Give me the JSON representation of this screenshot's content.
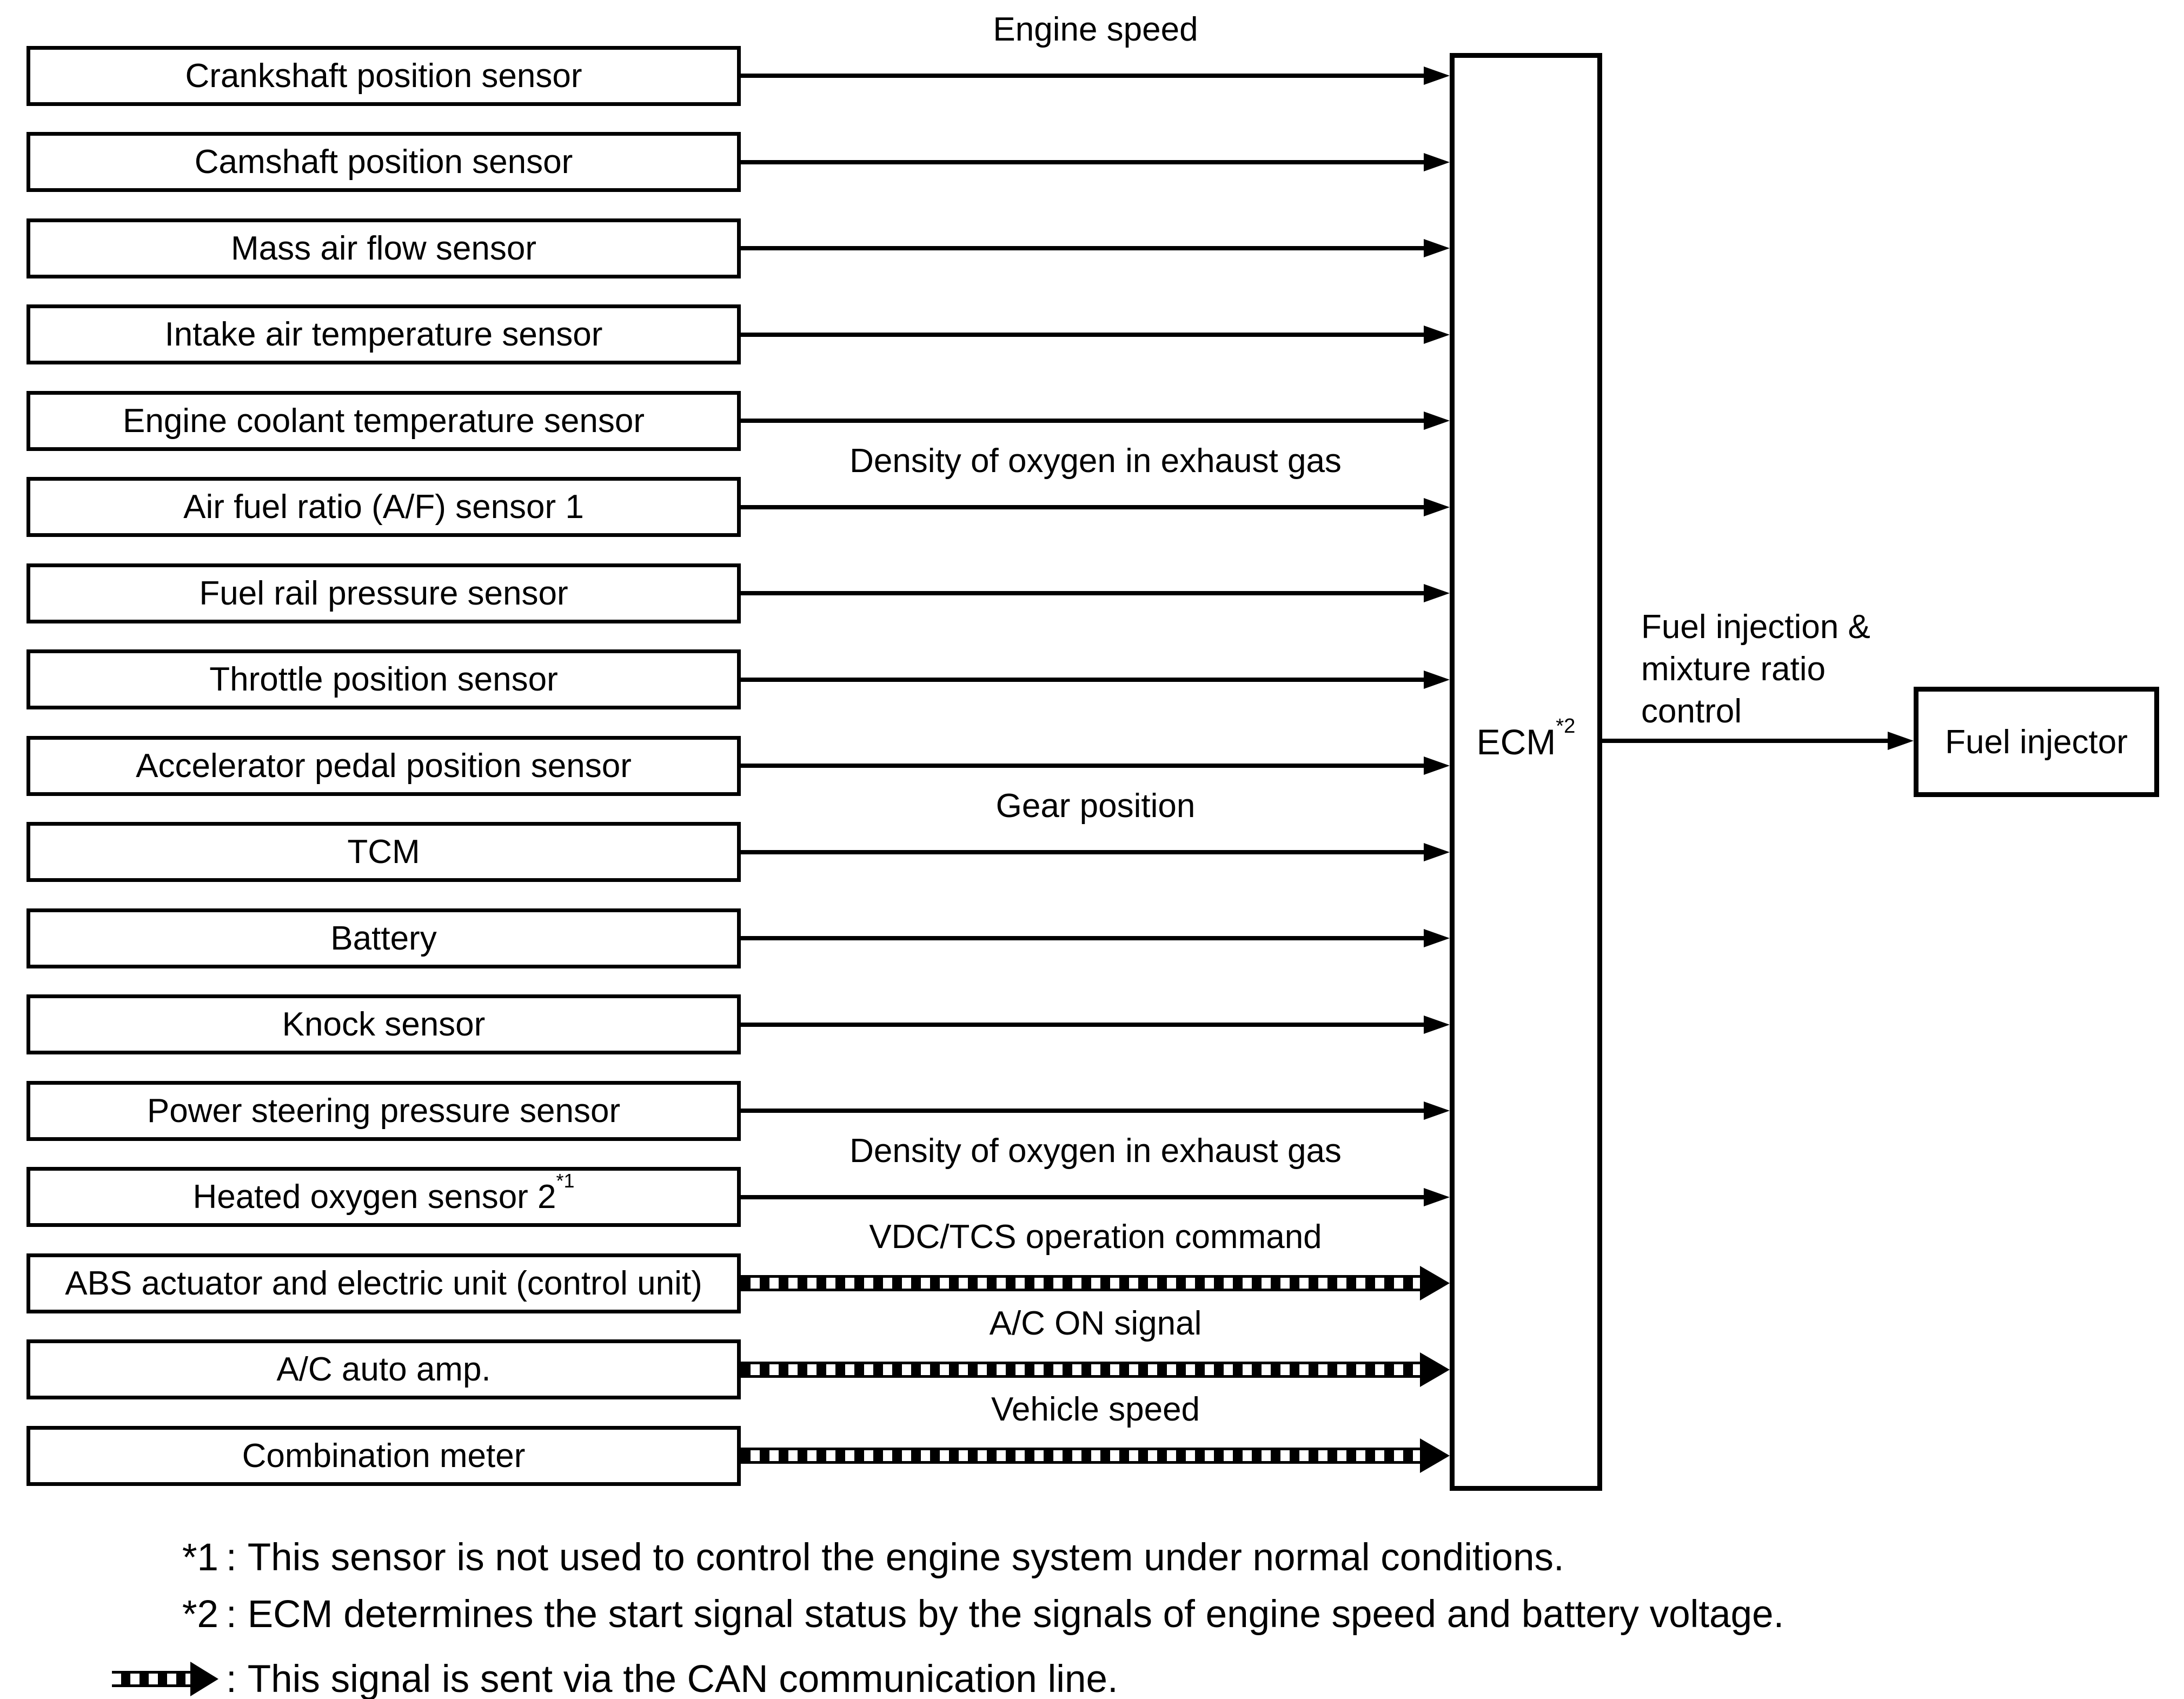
{
  "diagram": {
    "colors": {
      "background": "#ffffff",
      "line": "#000000"
    },
    "sensors": [
      {
        "label": "Crankshaft position sensor",
        "sup": "",
        "signal": "Engine speed",
        "can": false
      },
      {
        "label": "Camshaft position sensor",
        "sup": "",
        "signal": "",
        "can": false
      },
      {
        "label": "Mass air flow sensor",
        "sup": "",
        "signal": "",
        "can": false
      },
      {
        "label": "Intake air temperature sensor",
        "sup": "",
        "signal": "",
        "can": false
      },
      {
        "label": "Engine coolant temperature sensor",
        "sup": "",
        "signal": "",
        "can": false
      },
      {
        "label": "Air fuel ratio (A/F) sensor 1",
        "sup": "",
        "signal": "Density of oxygen in exhaust gas",
        "can": false
      },
      {
        "label": "Fuel rail pressure sensor",
        "sup": "",
        "signal": "",
        "can": false
      },
      {
        "label": "Throttle position sensor",
        "sup": "",
        "signal": "",
        "can": false
      },
      {
        "label": "Accelerator pedal position sensor",
        "sup": "",
        "signal": "",
        "can": false
      },
      {
        "label": "TCM",
        "sup": "",
        "signal": "Gear position",
        "can": false
      },
      {
        "label": "Battery",
        "sup": "",
        "signal": "",
        "can": false
      },
      {
        "label": "Knock sensor",
        "sup": "",
        "signal": "",
        "can": false
      },
      {
        "label": "Power steering pressure sensor",
        "sup": "",
        "signal": "",
        "can": false
      },
      {
        "label": "Heated oxygen sensor 2",
        "sup": "*1",
        "signal": "Density of oxygen in exhaust gas",
        "can": false
      },
      {
        "label": "ABS actuator and electric unit (control unit)",
        "sup": "",
        "signal": "VDC/TCS operation command",
        "can": true
      },
      {
        "label": "A/C auto amp.",
        "sup": "",
        "signal": "A/C ON signal",
        "can": true
      },
      {
        "label": "Combination meter",
        "sup": "",
        "signal": "Vehicle speed",
        "can": true
      }
    ],
    "ecm": {
      "label": "ECM",
      "sup": "*2"
    },
    "output": {
      "lines": [
        "Fuel injection &",
        "mixture ratio",
        "control"
      ]
    },
    "fuel_injector": {
      "label": "Fuel injector"
    },
    "footnotes": [
      {
        "marker": "*1",
        "colon": ":",
        "icon": "",
        "text": "This sensor is not used to control the engine system under normal conditions."
      },
      {
        "marker": "*2",
        "colon": ":",
        "icon": "",
        "text": "ECM determines the start signal status by the signals of engine speed and battery voltage."
      },
      {
        "marker": "",
        "colon": ":",
        "icon": "can-dashed-arrow",
        "text": "This signal is sent via the CAN communication line."
      }
    ]
  }
}
